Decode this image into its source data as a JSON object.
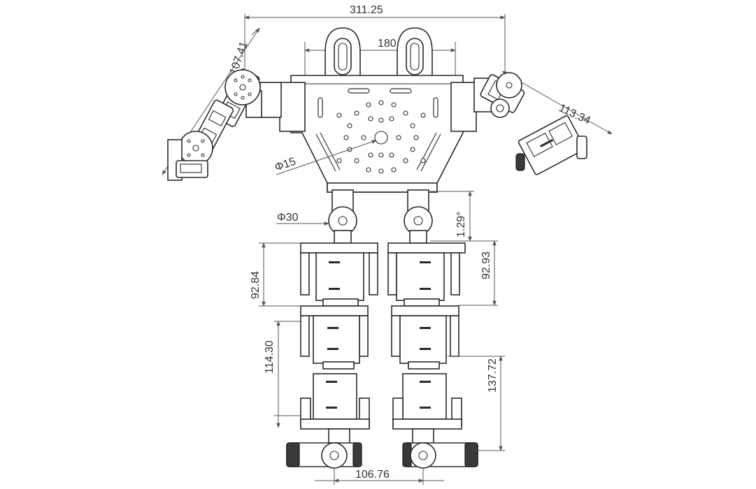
{
  "drawing": {
    "dimensions": {
      "overall_width": "311.25",
      "shoulder_spacing": "180",
      "left_arm_length": "107.41",
      "right_arm_length": "113.34",
      "plate_hole_diameter": "Φ15",
      "hip_joint_diameter": "Φ30",
      "hip_angle": "1.29°",
      "upper_leg_left": "92.84",
      "upper_leg_right": "92.93",
      "lower_leg_left": "114.30",
      "lower_leg_right": "137.72",
      "foot_spacing": "106.76"
    },
    "colors": {
      "line": "#2a2a2a",
      "dimension": "#555555",
      "background": "#ffffff"
    }
  }
}
